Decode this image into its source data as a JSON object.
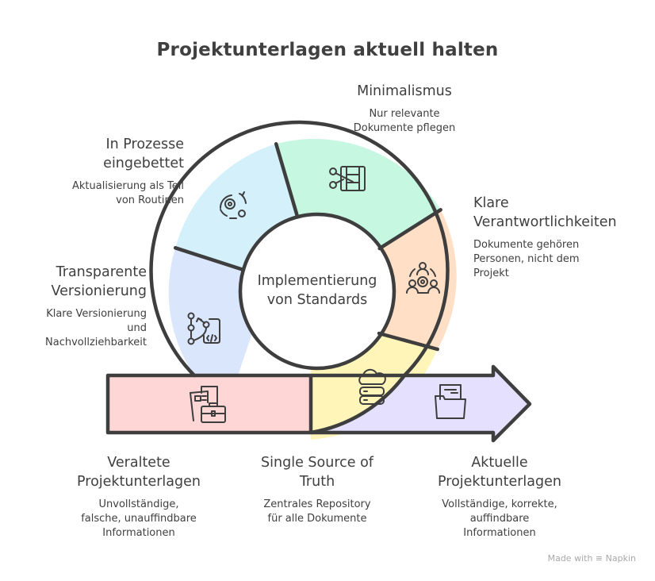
{
  "title": "Projektunterlagen aktuell halten",
  "center": {
    "line1": "Implementierung",
    "line2": "von Standards"
  },
  "colors": {
    "outline": "#3e3e3e",
    "minimalismus": "#c6f7e1",
    "verantwortlichkeiten": "#ffdfc6",
    "single_source": "#fff5b8",
    "versionierung": "#d9e6fc",
    "prozesse": "#d3f0fb",
    "veraltete": "#ffd6d6",
    "aktuelle": "#e4e0fd"
  },
  "ring_segments": [
    {
      "id": "minimalismus",
      "icon": "scissors-film-icon"
    },
    {
      "id": "verantwortlichkeiten",
      "icon": "team-gear-icon"
    },
    {
      "id": "single_source",
      "icon": "cloud-database-icon"
    },
    {
      "id": "versionierung",
      "icon": "git-branch-code-icon"
    },
    {
      "id": "prozesse",
      "icon": "gears-cycle-icon"
    }
  ],
  "arrow": {
    "start": {
      "id": "veraltete",
      "icon": "documents-briefcase-icon"
    },
    "end": {
      "id": "aktuelle",
      "icon": "open-folder-document-icon"
    }
  },
  "labels": {
    "minimalismus": {
      "head": [
        "Minimalismus"
      ],
      "desc": [
        "Nur relevante",
        "Dokumente pflegen"
      ]
    },
    "prozesse": {
      "head": [
        "In Prozesse",
        "eingebettet"
      ],
      "desc": [
        "Aktualisierung als Teil",
        "von Routinen"
      ]
    },
    "verantwortlichkeiten": {
      "head": [
        "Klare",
        "Verantwortlichkeiten"
      ],
      "desc": [
        "Dokumente gehören",
        "Personen, nicht dem",
        "Projekt"
      ]
    },
    "versionierung": {
      "head": [
        "Transparente",
        "Versionierung"
      ],
      "desc": [
        "Klare Versionierung",
        "und",
        "Nachvollziehbarkeit"
      ]
    },
    "veraltete": {
      "head": [
        "Veraltete",
        "Projektunterlagen"
      ],
      "desc": [
        "Unvollständige,",
        "falsche, unauffindbare",
        "Informationen"
      ]
    },
    "single_source": {
      "head": [
        "Single Source of",
        "Truth"
      ],
      "desc": [
        "Zentrales Repository",
        "für alle Dokumente"
      ]
    },
    "aktuelle": {
      "head": [
        "Aktuelle",
        "Projektunterlagen"
      ],
      "desc": [
        "Vollständige, korrekte,",
        "auffindbare",
        "Informationen"
      ]
    }
  },
  "watermark": {
    "prefix": "Made with",
    "brand": "Napkin",
    "icon": "napkin-logo-icon"
  }
}
